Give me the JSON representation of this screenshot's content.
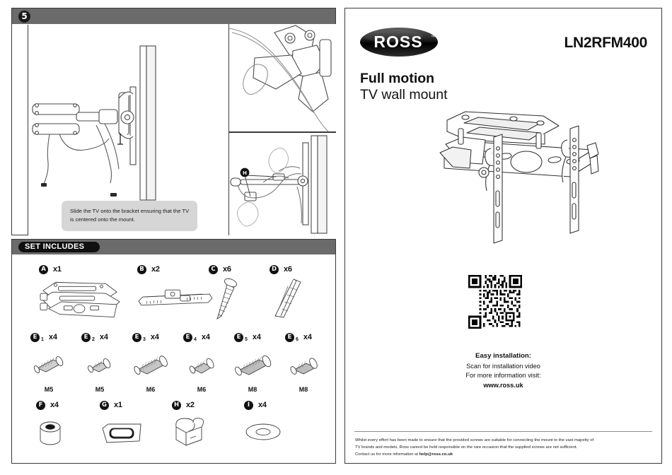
{
  "left": {
    "step": {
      "number": "5",
      "callout": "Slide the TV onto the bracket ensuring that the TV is centered onto the mount.",
      "detail_badge": "H"
    },
    "set_includes": {
      "header": "SET INCLUDES",
      "rows": [
        {
          "items": [
            {
              "letter": "A",
              "sub": "",
              "qty": "x1",
              "size": "",
              "icon": "wall-mount-bracket-icon"
            },
            {
              "letter": "B",
              "sub": "",
              "qty": "x2",
              "size": "",
              "icon": "tv-arm-rail-icon"
            },
            {
              "letter": "C",
              "sub": "",
              "qty": "x6",
              "size": "",
              "icon": "wood-screw-icon"
            },
            {
              "letter": "D",
              "sub": "",
              "qty": "x6",
              "size": "",
              "icon": "wall-plug-icon"
            }
          ]
        },
        {
          "items": [
            {
              "letter": "E",
              "sub": "1",
              "qty": "x4",
              "size": "M5",
              "icon": "machine-screw-icon"
            },
            {
              "letter": "E",
              "sub": "2",
              "qty": "x4",
              "size": "M5",
              "icon": "machine-screw-icon"
            },
            {
              "letter": "E",
              "sub": "3",
              "qty": "x4",
              "size": "M6",
              "icon": "machine-screw-icon"
            },
            {
              "letter": "E",
              "sub": "4",
              "qty": "x4",
              "size": "M6",
              "icon": "machine-screw-icon"
            },
            {
              "letter": "E",
              "sub": "5",
              "qty": "x4",
              "size": "M8",
              "icon": "machine-screw-icon"
            },
            {
              "letter": "E",
              "sub": "6",
              "qty": "x4",
              "size": "M8",
              "icon": "machine-screw-icon"
            }
          ]
        },
        {
          "items": [
            {
              "letter": "F",
              "sub": "",
              "qty": "x4",
              "size": "",
              "icon": "spacer-cylinder-icon"
            },
            {
              "letter": "G",
              "sub": "",
              "qty": "x1",
              "size": "",
              "icon": "spirit-level-icon"
            },
            {
              "letter": "H",
              "sub": "",
              "qty": "x2",
              "size": "",
              "icon": "cable-clip-icon"
            },
            {
              "letter": "I",
              "sub": "",
              "qty": "x4",
              "size": "",
              "icon": "flat-washer-icon"
            }
          ]
        }
      ]
    }
  },
  "right": {
    "brand": "ROSS",
    "brand_tm": "™",
    "model": "LN2RFM400",
    "title_line1": "Full motion",
    "title_line2": "TV wall mount",
    "hero_icon": "tv-wall-mount-product-icon",
    "qr_icon": "qr-code-icon",
    "easy": {
      "heading": "Easy installation:",
      "line1": "Scan for installation video",
      "line2": "For more information visit:",
      "line3": "www.ross.uk"
    },
    "disclaimer": {
      "line1": "Whilst every effort has been made to ensure that the provided screws are suitable for connecting the mount to the vast majority of",
      "line2": "TV brands and models, Ross cannot be held responsible on the rare occasion that the supplied screws are not sufficient.",
      "line3_prefix": "Contact us for more information at ",
      "line3_email": "help@ross.co.uk"
    }
  },
  "colors": {
    "bar_gray": "#6b6b6b",
    "badge_black": "#111111",
    "callout_gray": "#d6d6d6",
    "line_gray": "#8e8e8e",
    "ink": "#111111"
  }
}
